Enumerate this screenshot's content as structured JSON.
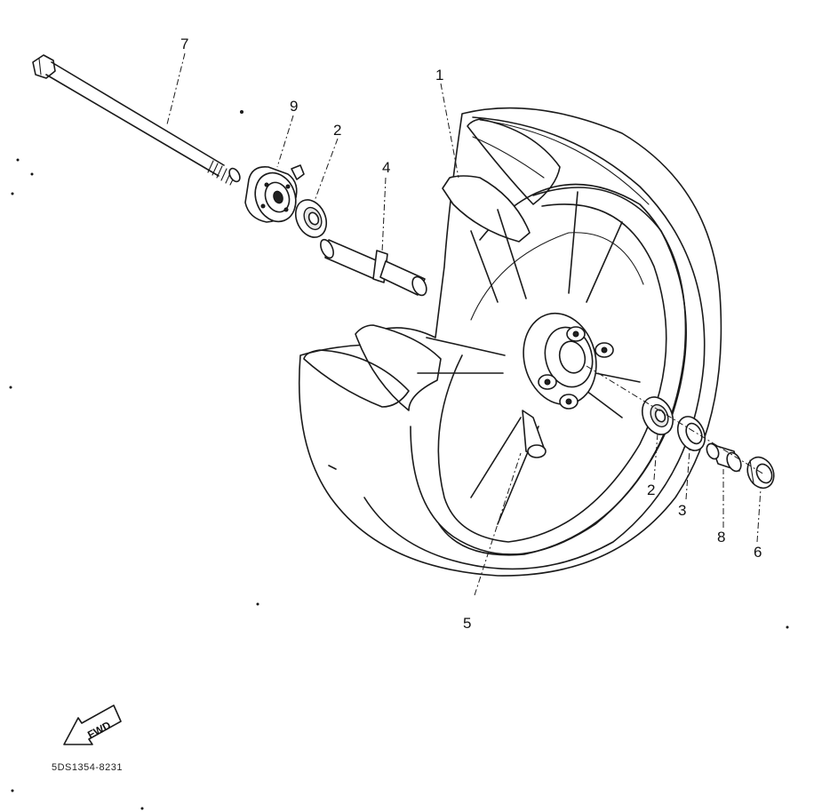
{
  "diagram": {
    "callouts": [
      {
        "id": "callout-7",
        "text": "7"
      },
      {
        "id": "callout-9",
        "text": "9"
      },
      {
        "id": "callout-2-top",
        "text": "2"
      },
      {
        "id": "callout-4",
        "text": "4"
      },
      {
        "id": "callout-1",
        "text": "1"
      },
      {
        "id": "callout-2-bottom",
        "text": "2"
      },
      {
        "id": "callout-3",
        "text": "3"
      },
      {
        "id": "callout-8",
        "text": "8"
      },
      {
        "id": "callout-6",
        "text": "6"
      },
      {
        "id": "callout-5",
        "text": "5"
      }
    ],
    "fwd_label": "FWD",
    "drawing_code": "5DS1354-8231"
  }
}
